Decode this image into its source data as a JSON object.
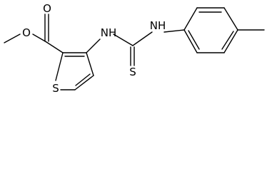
{
  "structure": {
    "atoms": {
      "ester_oxygen": "O",
      "carbonyl_oxygen": "O",
      "thiophene_sulfur": "S",
      "amine_left": "NH",
      "amine_right": "NH",
      "thione_sulfur": "S"
    }
  }
}
